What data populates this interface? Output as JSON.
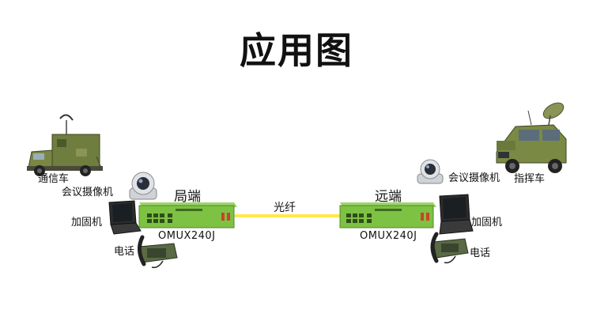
{
  "title": "应用图",
  "left_site": {
    "site_label": "局端",
    "model": "OMUX240J",
    "vehicle": "通信车",
    "camera": "会议摄像机",
    "laptop": "加固机",
    "phone": "电话"
  },
  "right_site": {
    "site_label": "远端",
    "model": "OMUX240J",
    "vehicle": "指挥车",
    "camera": "会议摄像机",
    "laptop": "加固机",
    "phone": "电话"
  },
  "link_label": "光纤",
  "colors": {
    "fiber": "#ffe94a",
    "device_body": "#7dc243",
    "device_dark": "#2f4d1a",
    "camo_green": "#6f7d3e"
  }
}
